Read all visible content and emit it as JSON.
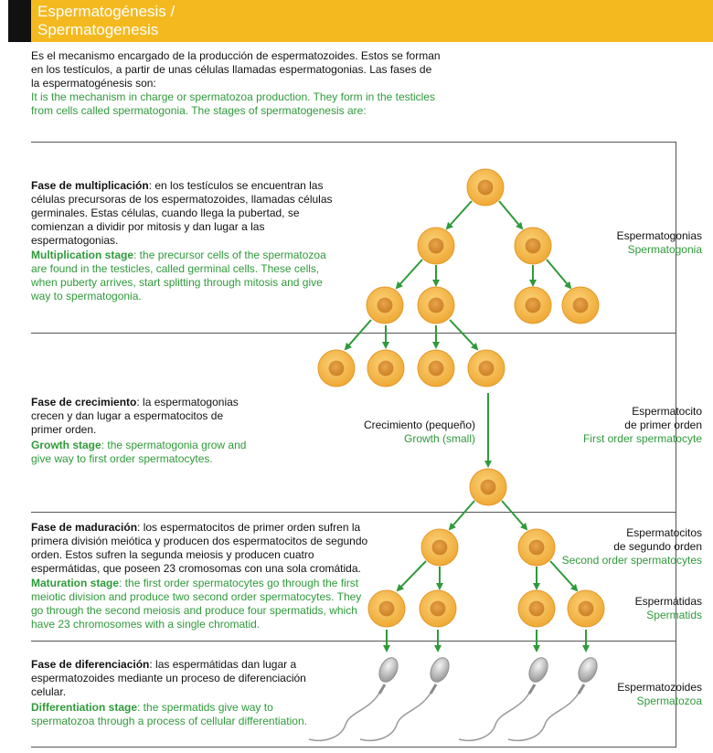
{
  "title": {
    "line1": "Espermatogénesis /",
    "line2": "Spermatogenesis"
  },
  "intro": {
    "es": "Es el mecanismo encargado de la producción de espermatozoides. Estos se forman en los testículos, a partir de unas células llamadas espermatogonias. Las fases de la espermatogénesis son:",
    "en": "It is the mechanism in charge or spermatozoa production. They form in the testicles from cells called spermatogonia. The stages of spermatogenesis are:"
  },
  "stages": {
    "multiplication": {
      "es_bold": "Fase de multiplicación",
      "es_rest": ": en los testículos se encuentran las células precursoras de los espermatozoides, llamadas células germinales. Estas células, cuando llega la pubertad, se comienzan a dividir por mitosis y dan lugar a las espermatogonias.",
      "en_bold": "Multiplication stage",
      "en_rest": ": the precursor cells of the spermatozoa are found in the testicles, called germinal cells. These cells, when puberty arrives, start splitting through mitosis and give way to spermatogonia."
    },
    "growth": {
      "es_bold": "Fase de crecimiento",
      "es_rest": ": la espermatogonias crecen y dan lugar a espermatocitos de primer orden.",
      "en_bold": "Growth stage",
      "en_rest": ": the spermatogonia grow and give way to first order spermatocytes."
    },
    "maturation": {
      "es_bold": "Fase de maduración",
      "es_rest": ": los espermatocitos de primer orden sufren la primera división meiótica y producen dos espermatocitos de segundo orden. Estos sufren la segunda meiosis y producen cuatro espermátidas, que poseen 23 cromosomas con una sola cromátida.",
      "en_bold": "Maturation stage",
      "en_rest": ": the first order spermatocytes go through the first meiotic division and produce two second order spermatocytes. They go through the second meiosis and produce four spermatids, which have 23 chromosomes with a single chromatid."
    },
    "differentiation": {
      "es_bold": "Fase de diferenciación",
      "es_rest": ": las espermátidas dan lugar a espermatozoides mediante un proceso de diferenciación celular.",
      "en_bold": "Differentiation stage",
      "en_rest": ": the spermatids give way to spermatozoa through a process of cellular differentiation."
    }
  },
  "growth_arrow_label": {
    "es": "Crecimiento (pequeño)",
    "en": "Growth (small)"
  },
  "labels": {
    "spermatogonia": {
      "es": "Espermatogonias",
      "en": "Spermatogonia"
    },
    "first_order": {
      "es1": "Espermatocito",
      "es2": "de primer orden",
      "en": "First order spermatocyte"
    },
    "second_order": {
      "es1": "Espermatocitos",
      "es2": "de segundo orden",
      "en": "Second order spermatocytes"
    },
    "spermatids": {
      "es": "Espermátidas",
      "en": "Spermatids"
    },
    "spermatozoa": {
      "es": "Espermatozoides",
      "en": "Spermatozoa"
    }
  },
  "colors": {
    "header": "#f4b91f",
    "english_text": "#2f9a3a",
    "cell_fill": "#f2b84b",
    "cell_nucleus": "#d98e2b",
    "arrow": "#2f9a3a"
  }
}
